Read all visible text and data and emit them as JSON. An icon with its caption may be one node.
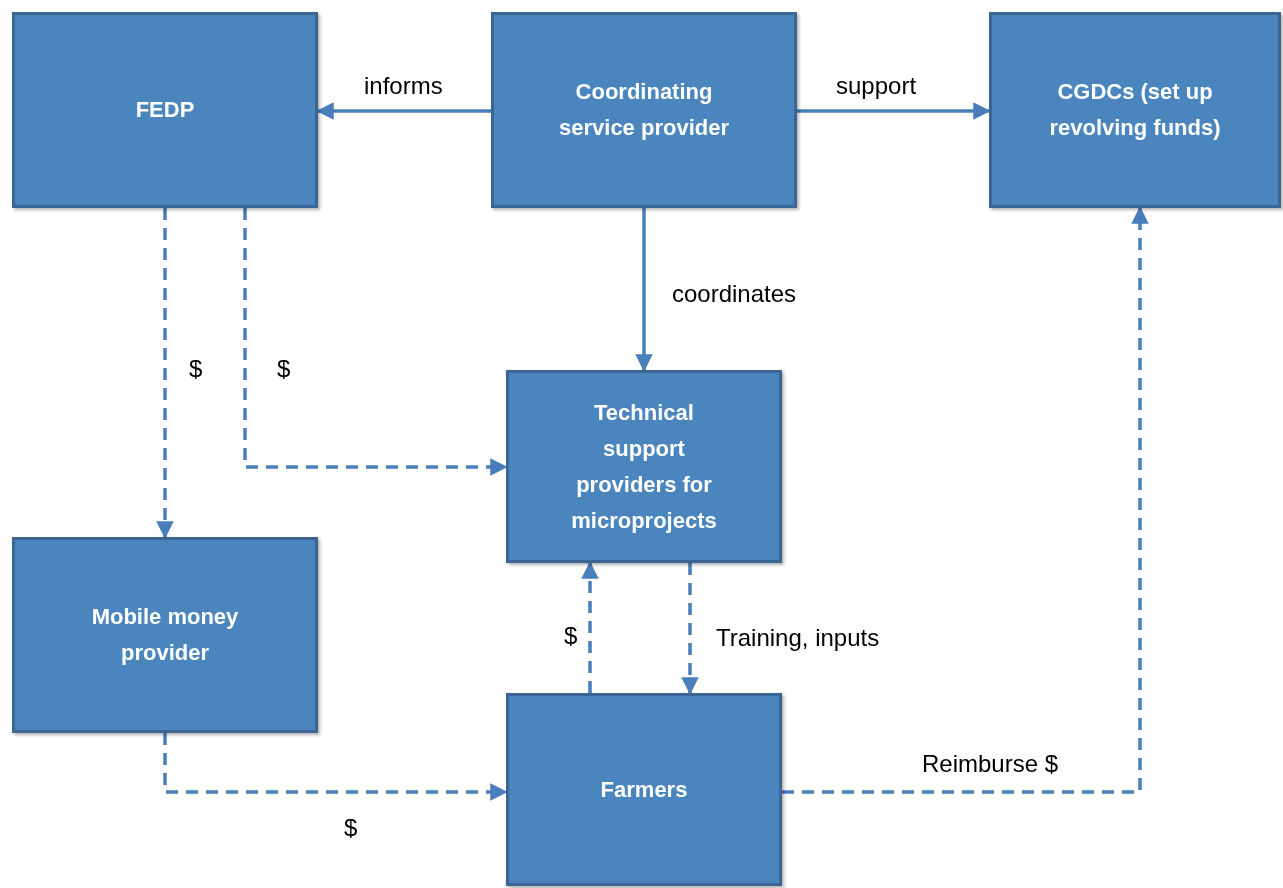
{
  "diagram": {
    "nodes": [
      {
        "text": [
          "FEDP"
        ]
      },
      {
        "text": [
          "Coordinating service provider"
        ]
      },
      {
        "text": [
          "CGDCs (set up revolving funds)"
        ]
      },
      {
        "text": [
          "Technical support providers for microprojects"
        ]
      },
      {
        "text": [
          "Mobile money provider"
        ]
      },
      {
        "text": [
          "Farmers"
        ]
      }
    ],
    "edges": [
      {
        "from": 1,
        "to": 0,
        "arrow": "to",
        "label": "informs"
      },
      {
        "from": 1,
        "to": 2,
        "arrow": "to",
        "label": "support"
      },
      {
        "from": 1,
        "to": 3,
        "arrow": "to",
        "label": "coordinates"
      },
      {
        "from": 0,
        "to": 4,
        "arrow": "to",
        "label": "$",
        "style": "dashed"
      },
      {
        "from": 0,
        "to": 3,
        "arrow": "to",
        "label": "$",
        "style": "dashed"
      },
      {
        "from": 4,
        "to": 5,
        "arrow": "to",
        "label": "$",
        "style": "dashed"
      },
      {
        "from": 5,
        "to": 3,
        "arrow": "to",
        "label": "$",
        "style": "dashed"
      },
      {
        "from": 3,
        "to": 5,
        "arrow": "to",
        "label": "Training, inputs",
        "style": "dashed"
      },
      {
        "from": 5,
        "to": 2,
        "arrow": "to",
        "label": "Reimburse $",
        "style": "dashed"
      }
    ]
  }
}
